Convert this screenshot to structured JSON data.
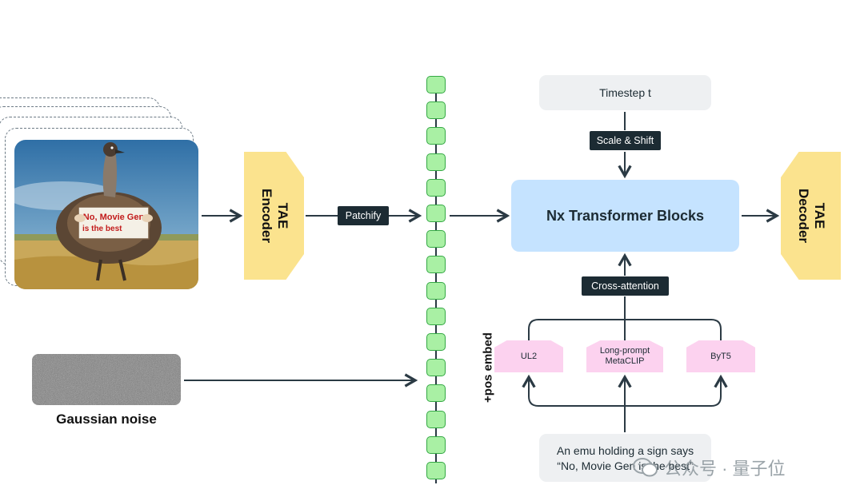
{
  "image_sign": {
    "line1": "No, Movie Gen",
    "line2": "is the best"
  },
  "noise": {
    "label": "Gaussian noise"
  },
  "encoder": {
    "line1": "TAE",
    "line2": "Encoder"
  },
  "patchify": {
    "label": "Patchify"
  },
  "pos_embed": {
    "label": "+pos embed"
  },
  "timestep": {
    "label": "Timestep t"
  },
  "scale_shift": {
    "label": "Scale & Shift"
  },
  "transformer": {
    "label": "Nx Transformer Blocks"
  },
  "decoder": {
    "line1": "TAE",
    "line2": "Decoder"
  },
  "cross_attention": {
    "label": "Cross-attention"
  },
  "text_encoders": {
    "ul2": "UL2",
    "metaclip_line1": "Long-prompt",
    "metaclip_line2": "MetaCLIP",
    "byt5": "ByT5"
  },
  "prompt": {
    "line1": "An emu holding a sign says",
    "line2": "“No, Movie Gen is the best”"
  },
  "watermark": {
    "text": "公众号 · 量子位"
  },
  "colors": {
    "tae": "#fbe38e",
    "transformer": "#c5e3ff",
    "token_fill": "#a9f0a4",
    "token_border": "#35a845",
    "text_encoder": "#fcd2ef",
    "dark_label": "#1c2b33",
    "wire": "#2b3a44"
  }
}
